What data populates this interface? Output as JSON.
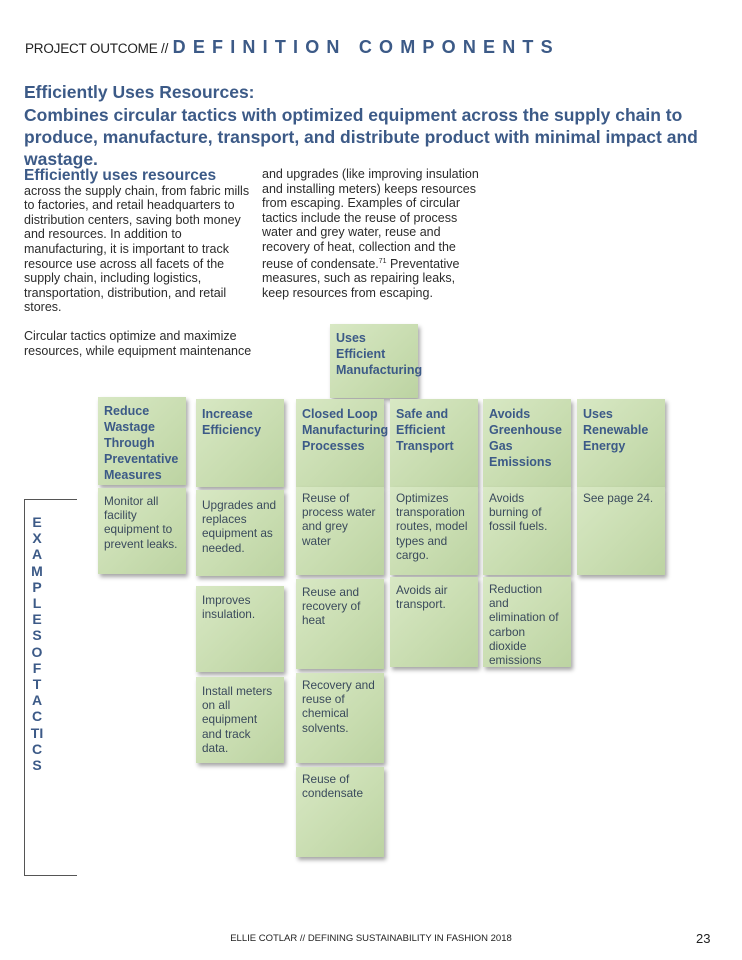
{
  "header": {
    "prefix": "PROJECT OUTCOME //",
    "title": "DEFINITION COMPONENTS"
  },
  "section": {
    "title": "Efficiently Uses Resources:",
    "subtitle": "Combines circular tactics with optimized equipment across the supply chain to produce, manufacture, transport, and distribute product with minimal impact and wastage."
  },
  "body": {
    "lead": "Efficiently uses resources",
    "para1": " across the supply chain, from fabric mills to factories, and retail headquarters to distribution centers, saving both money and resources. In addition to manufacturing, it is important to track resource use across all facets of the supply chain, including logistics, transportation, distribution, and retail stores.",
    "para2": "Circular tactics optimize and maximize resources, while equipment maintenance",
    "col2_text": "and upgrades (like improving insulation and installing meters) keeps resources from escaping. Examples of circular tactics include the reuse of process water and grey water, reuse and recovery of heat, collection and the reuse of condensate.",
    "col2_sup": "71",
    "col2_text_end": " Preventative measures, such as repairing leaks, keep resources from escaping."
  },
  "diagram": {
    "root": "Uses Efficient Manufacturing",
    "side_label": "EXAMPLES OF TACTICS",
    "categories": [
      "Reduce Wastage Through Preventative Measures",
      "Increase Efficiency",
      "Closed Loop Manufacturing Processes",
      "Safe and Efficient Transport",
      "Avoids Greenhouse Gas Emissions",
      "Uses Renewable Energy"
    ],
    "tactics": {
      "reduce": [
        "Monitor all facility equipment to prevent leaks."
      ],
      "efficiency": [
        "Upgrades and replaces equipment as needed.",
        "Improves insulation.",
        "Install meters on all equipment and track data."
      ],
      "closed_loop": [
        "Reuse of process water and grey water",
        "Reuse and recovery of heat",
        "Recovery and reuse of chemical solvents.",
        "Reuse of condensate"
      ],
      "transport": [
        "Optimizes transporation routes, model types and cargo.",
        "Avoids air transport."
      ],
      "ghg": [
        "Avoids burning of fossil fuels.",
        "Reduction and elimination of carbon dioxide emissions"
      ],
      "renewable": [
        "See page 24."
      ]
    }
  },
  "footer": {
    "text": "ELLIE COTLAR // DEFINING SUSTAINABILITY IN FASHION 2018",
    "page": "23"
  }
}
